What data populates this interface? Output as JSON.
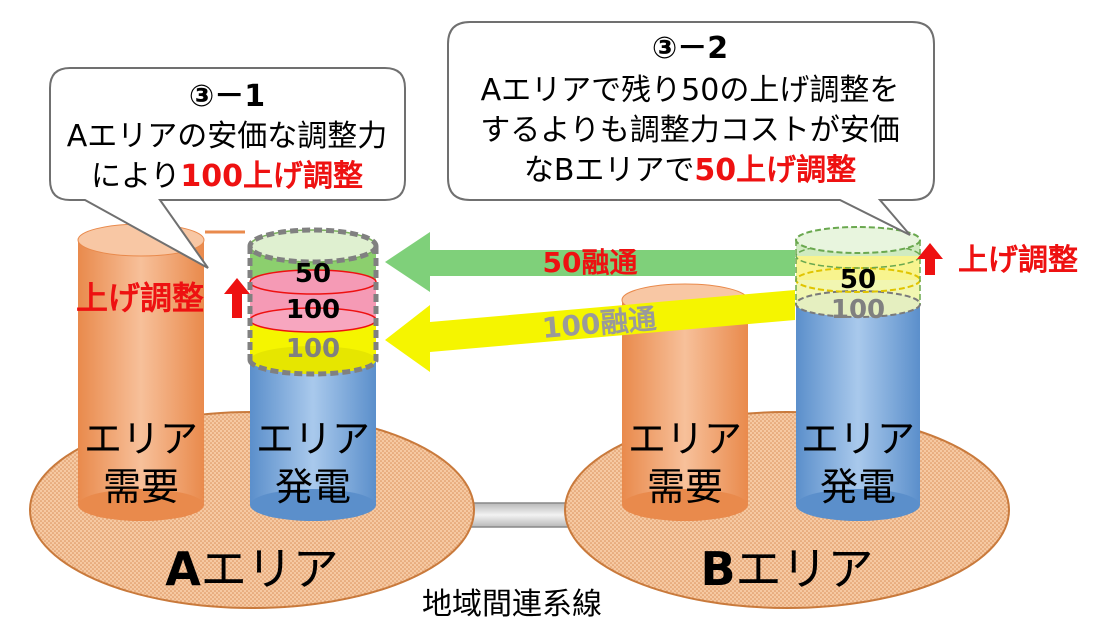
{
  "colors": {
    "red": "#ee1111",
    "green_arrow": "#7fd07a",
    "yellow_arrow": "#f5f500",
    "demand_fill": "#f2a877",
    "generation_fill": "#6fa3d8",
    "area_fill": "#f6c9a2"
  },
  "callouts": {
    "a": {
      "number": "③－1",
      "line1": "Aエリアの安価な調整力",
      "line2_prefix": "により",
      "line2_highlight": "100上げ調整"
    },
    "b": {
      "number": "③－2",
      "line1": "Aエリアで残り50の上げ調整を",
      "line2": "するよりも調整力コストが安価",
      "line3_prefix": "なBエリアで",
      "line3_highlight": "50上げ調整"
    }
  },
  "area_a": {
    "name_bold": "A",
    "name_rest": "エリア",
    "demand_l1": "エリア",
    "demand_l2": "需要",
    "gen_l1": "エリア",
    "gen_l2": "発電",
    "up_label": "上げ調整",
    "stack": [
      "50",
      "100",
      "100"
    ]
  },
  "area_b": {
    "name_bold": "B",
    "name_rest": "エリア",
    "demand_l1": "エリア",
    "demand_l2": "需要",
    "gen_l1": "エリア",
    "gen_l2": "発電",
    "up_label": "上げ調整",
    "stack": [
      "50",
      "100"
    ]
  },
  "transfers": {
    "green": "50融通",
    "yellow": "100融通"
  },
  "tie_line": "地域間連系線"
}
